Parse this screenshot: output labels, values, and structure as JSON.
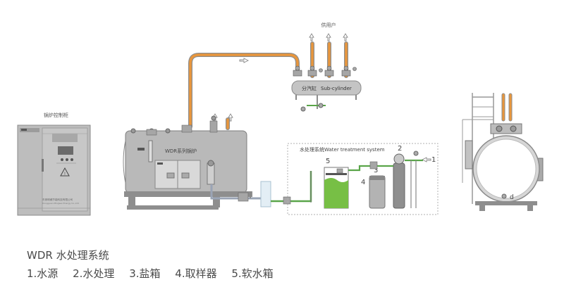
{
  "labels": {
    "control_cabinet": "锅炉控制柜",
    "cabinet_maker": "东莞明威节能科技有限公司",
    "cabinet_maker_en": "Dongguan Mingwei Energy Co.,Ltd",
    "boiler_name": "WDR系列锅炉",
    "supply_user": "供用户",
    "sub_cylinder_cn": "分汽缸",
    "sub_cylinder_en": "Sub-cylinder",
    "water_system_cn": "水处理系统",
    "water_system_en": "Water treatment system",
    "num_1": "1",
    "num_2": "2",
    "num_3": "3",
    "num_4": "4",
    "num_5": "5",
    "num_d": "d"
  },
  "caption": {
    "title": "WDR 水处理系统",
    "items": [
      "1.水源",
      "2.水处理",
      "3.盐箱",
      "4.取样器",
      "5.软水箱"
    ]
  },
  "colors": {
    "steam_pipe": "#e8963c",
    "water_pipe": "#5aa54a",
    "equipment": "#b9b9b9",
    "equipment_dark": "#8e8e8e",
    "tank_green": "#77bf45",
    "outline": "#6b6b6b"
  }
}
